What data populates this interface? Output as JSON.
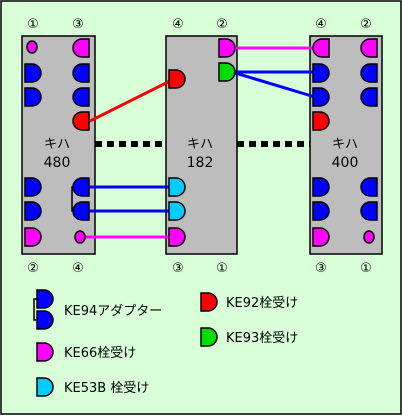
{
  "colors": {
    "background": "#d9ffd9",
    "car": "#bdbdbd",
    "outline": "#000000",
    "ke94": "#0000ff",
    "ke66": "#ff00ff",
    "ke53b": "#00ccff",
    "ke92": "#ff0000",
    "ke93": "#00dd00",
    "link_red": "#ff0000",
    "link_blue": "#0000ff",
    "link_magenta": "#ff00ff",
    "coupling": "#000000"
  },
  "cars": [
    {
      "kana": "キハ",
      "number": "480",
      "top_labels": [
        "①",
        "③"
      ],
      "bottom_labels": [
        "②",
        "④"
      ]
    },
    {
      "kana": "キハ",
      "number": "182",
      "top_labels": [
        "④",
        "②"
      ],
      "bottom_labels": [
        "③",
        "①"
      ]
    },
    {
      "kana": "キハ",
      "number": "400",
      "top_labels": [
        "④",
        "②"
      ],
      "bottom_labels": [
        "③",
        "①"
      ]
    }
  ],
  "legend": [
    {
      "label": "KE94アダプター",
      "color": "ke94",
      "icon": "double-plug-icon"
    },
    {
      "label": "KE66栓受け",
      "color": "ke66",
      "icon": "plug-icon"
    },
    {
      "label": "KE53B 栓受け",
      "color": "ke53b",
      "icon": "plug-icon"
    },
    {
      "label": "KE92栓受け",
      "color": "ke92",
      "icon": "plug-icon"
    },
    {
      "label": "KE93栓受け",
      "color": "ke93",
      "icon": "plug-icon"
    }
  ]
}
